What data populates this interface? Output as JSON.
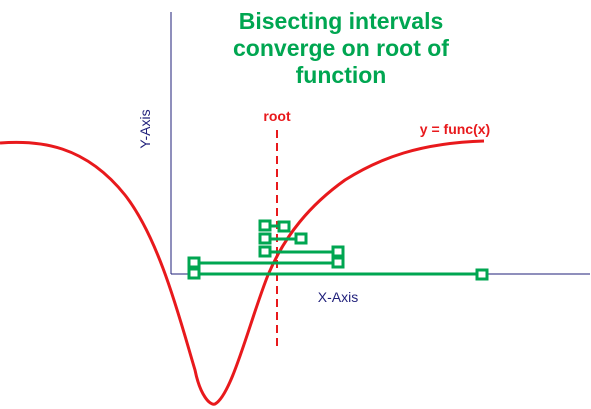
{
  "title": {
    "lines": [
      "Bisecting intervals",
      "converge on root of",
      "function"
    ]
  },
  "labels": {
    "y_axis": "Y-Axis",
    "x_axis": "X-Axis",
    "root": "root",
    "function": "y = func(x)"
  },
  "colors": {
    "title": "#00a651",
    "axis": "#1f1f7a",
    "axis_label": "#1f1f7a",
    "curve": "#e8191c",
    "root_marker": "#e8191c",
    "intervals": "#00a651"
  }
}
